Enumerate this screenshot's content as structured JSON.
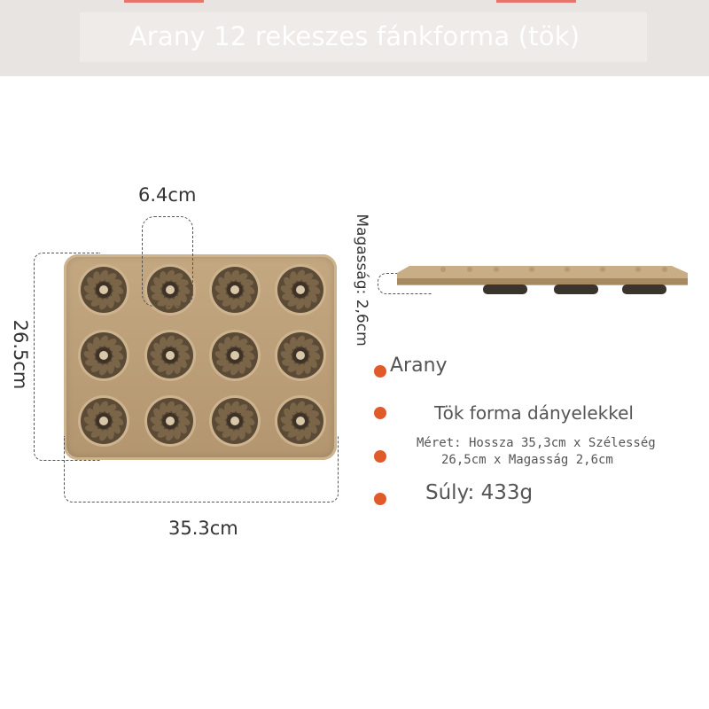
{
  "header": {
    "title": "Arany 12 rekeszes fánkforma (tök)"
  },
  "dimensions": {
    "cavity_width": "6.4cm",
    "height_label": "Magasság: 2,6cm",
    "tray_width": "26.5cm",
    "tray_length": "35.3cm"
  },
  "specs": [
    {
      "text": "Arany"
    },
    {
      "text": "Tök forma dányelekkel"
    },
    {
      "text": "Méret: Hossza 35,3cm x Szélesség",
      "text2": "26,5cm x Magasság 2,6cm"
    },
    {
      "text": "Súly: 433g"
    }
  ],
  "colors": {
    "tray": "#b99c76",
    "bullet": "#e05a2a",
    "header": "#e8e4e1"
  }
}
